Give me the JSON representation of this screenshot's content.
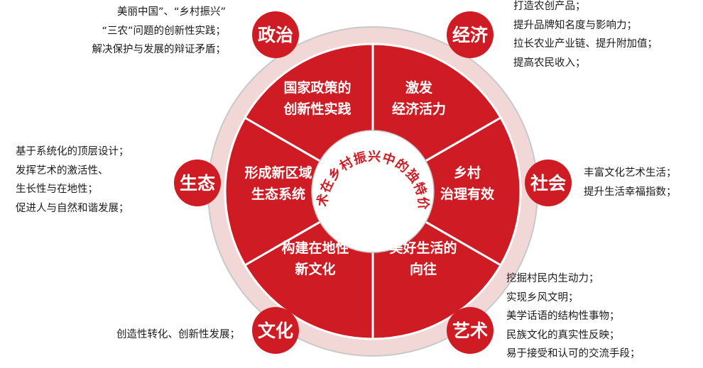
{
  "colors": {
    "red": "#cf1c24",
    "ring_light": "#f2d7d7",
    "ring_border": "#c9c9c9",
    "divider": "#ffffff",
    "text_dark": "#1a1a1a"
  },
  "center": {
    "text": "艺术在乡村振兴中的独特价值"
  },
  "sectors": [
    {
      "id": "politics",
      "lines": [
        "国家政策的",
        "创新性实践"
      ]
    },
    {
      "id": "economy",
      "lines": [
        "激发",
        "经济活力"
      ]
    },
    {
      "id": "society",
      "lines": [
        "乡村",
        "治理有效"
      ]
    },
    {
      "id": "art",
      "lines": [
        "美好生活的",
        "向往"
      ]
    },
    {
      "id": "culture",
      "lines": [
        "构建在地性",
        "新文化"
      ]
    },
    {
      "id": "ecology",
      "lines": [
        "形成新区域",
        "生态系统"
      ]
    }
  ],
  "badges": [
    {
      "id": "politics",
      "label": "政治"
    },
    {
      "id": "economy",
      "label": "经济"
    },
    {
      "id": "society",
      "label": "社会"
    },
    {
      "id": "art",
      "label": "艺术"
    },
    {
      "id": "culture",
      "label": "文化"
    },
    {
      "id": "ecology",
      "label": "生态"
    }
  ],
  "notes": {
    "politics": [
      "美丽中国”、“乡村振兴”",
      "“三农”问题的创新性实践；",
      "解决保护与发展的辩证矛盾；"
    ],
    "economy": [
      "打造农创产品；",
      "提升品牌知名度与影响力；",
      "拉长农业产业链、提升附加值；",
      "提高农民收入；"
    ],
    "society": [
      "丰富文化艺术生活；",
      "提升生活幸福指数；"
    ],
    "art": [
      "挖掘村民内生动力；",
      "实现乡风文明；",
      "美学话语的结构性事物；",
      "民族文化的真实性反映；",
      "易于接受和认可的交流手段；"
    ],
    "culture": [
      "创造性转化、创新性发展；"
    ],
    "ecology": [
      "基于系统化的顶层设计；",
      "发挥艺术的激活性、",
      "生长性与在地性；",
      "促进人与自然和谐发展；"
    ]
  }
}
